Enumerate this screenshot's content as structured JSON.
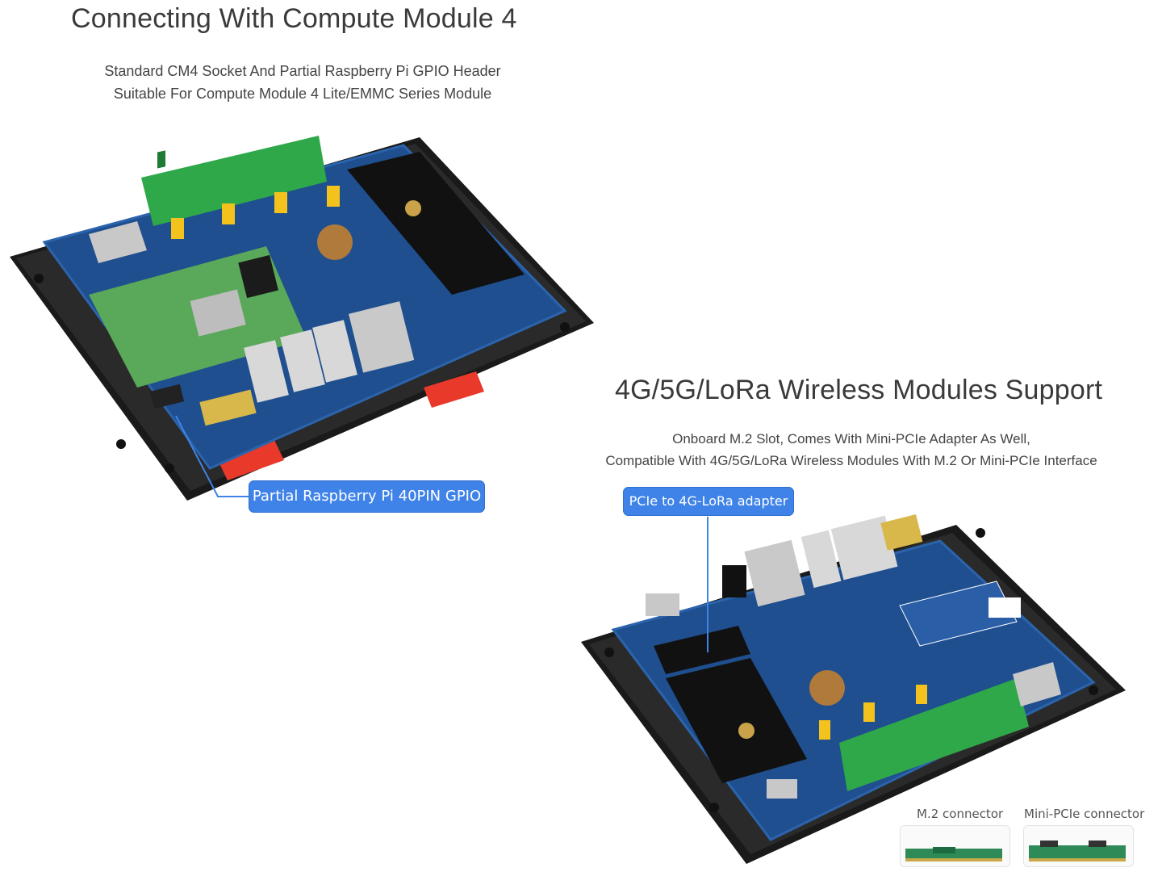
{
  "section1": {
    "title": "Connecting With Compute Module 4",
    "line1": "Standard CM4 Socket And Partial Raspberry Pi GPIO Header",
    "line2": "Suitable For Compute Module 4 Lite/EMMC Series Module",
    "callout": "Partial Raspberry Pi 40PIN GPIO"
  },
  "section2": {
    "title": "4G/5G/LoRa Wireless Modules Support",
    "line1": "Onboard M.2 Slot, Comes With Mini-PCIe Adapter As Well,",
    "line2": "Compatible With 4G/5G/LoRa Wireless Modules With M.2 Or Mini-PCIe Interface",
    "callout": "PCIe to 4G-LoRa adapter"
  },
  "connectors": {
    "m2_label": "M.2 connector",
    "minipcie_label": "Mini-PCIe connector"
  },
  "colors": {
    "callout_blue": "#3f83e8",
    "pcb_blue": "#1f4f8f",
    "enclosure_black": "#1a1a1a",
    "terminal_green": "#2fa84a",
    "cm4_green": "#5aa85a",
    "din_clip_red": "#e8392b"
  }
}
